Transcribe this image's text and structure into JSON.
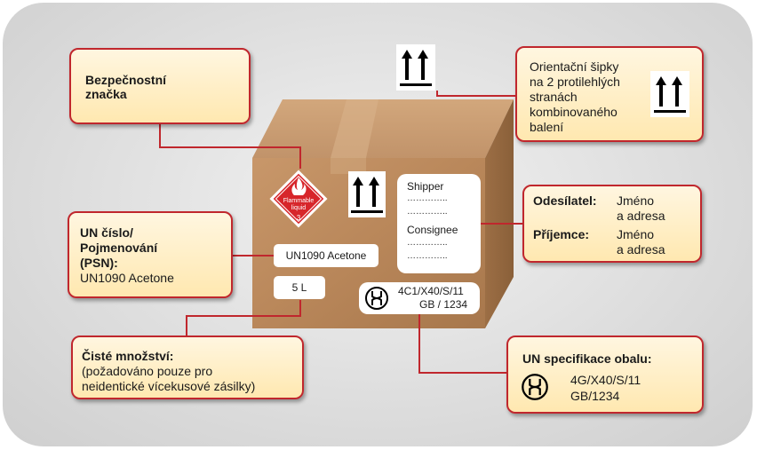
{
  "safety": {
    "title_line1": "Bezpečnostní",
    "title_line2": "značka"
  },
  "hazard": {
    "text_line1": "Flammable",
    "text_line2": "liquid",
    "class": "3",
    "color": "#d7262b",
    "icon": "flame-icon"
  },
  "orientation": {
    "line1": "Orientační šipky",
    "line2": "na 2 protilehlých",
    "line3": "stranách",
    "line4": "kombinovaného",
    "line5": "balení",
    "icon": "up-arrows-icon"
  },
  "un_number": {
    "title_line1": "UN číslo/",
    "title_line2": "Pojmenování",
    "title_line3": "(PSN):",
    "value": "UN1090 Acetone"
  },
  "box_labels": {
    "un_label": "UN1090  Acetone",
    "quantity": "5 L",
    "shipper": "Shipper",
    "dots": "…………..",
    "consignee": "Consignee",
    "spec_line1": "4C1/X40/S/11",
    "spec_line2": "GB / 1234",
    "un_mark": "un-packaging-mark-icon"
  },
  "sender": {
    "sender_label": "Odesílatel:",
    "sender_value_line1": "Jméno",
    "sender_value_line2": "a adresa",
    "recipient_label": "Příjemce:",
    "recipient_value_line1": "Jméno",
    "recipient_value_line2": "a adresa"
  },
  "net_quantity": {
    "title": "Čisté množství:",
    "line1": "(požadováno pouze pro",
    "line2": "neidentické vícekusové zásilky)"
  },
  "un_spec": {
    "title": "UN specifikace obalu:",
    "line1": "4G/X40/S/11",
    "line2": "GB/1234"
  },
  "colors": {
    "accent": "#c0272d",
    "callout_bg": "#ffeec4",
    "box_brown": "#b8865a"
  }
}
